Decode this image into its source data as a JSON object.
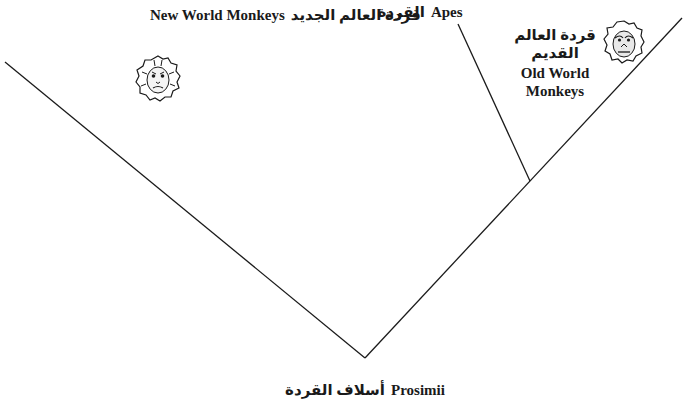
{
  "diagram": {
    "labels": [
      "قردة العالم الجديد",
      "New World Monkeys",
      "القردة",
      "Apes",
      "قردة العالم القديم",
      "Old World Monkeys",
      "أسلاف القردة",
      "Prosimii"
    ]
  }
}
